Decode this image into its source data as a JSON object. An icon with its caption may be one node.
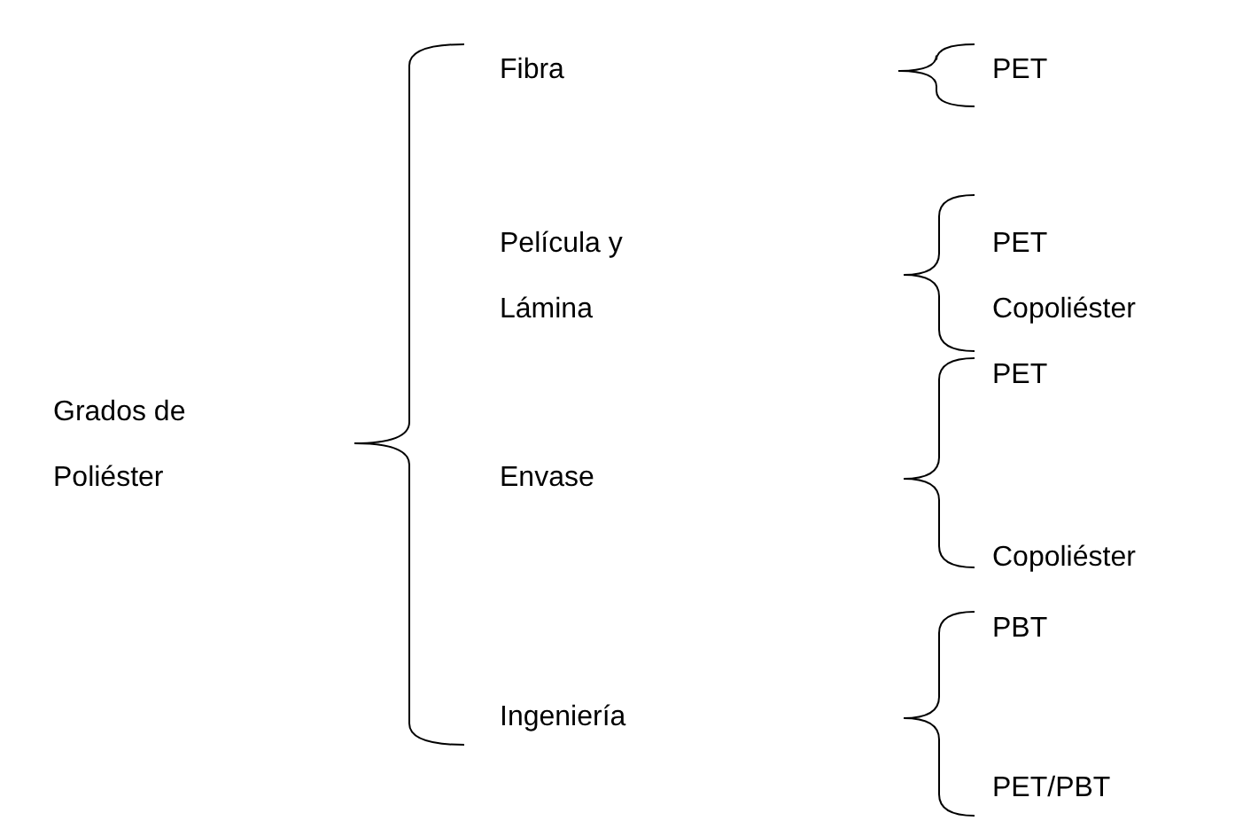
{
  "diagram": {
    "labels": [
      "Fibra",
      "PET",
      "Película y Lámina",
      "PET",
      "Copoliéster",
      "Grados de Poliéster",
      "PET",
      "Envase",
      "Copoliéster",
      "PBT",
      "Ingeniería",
      "PET/PBT"
    ]
  }
}
